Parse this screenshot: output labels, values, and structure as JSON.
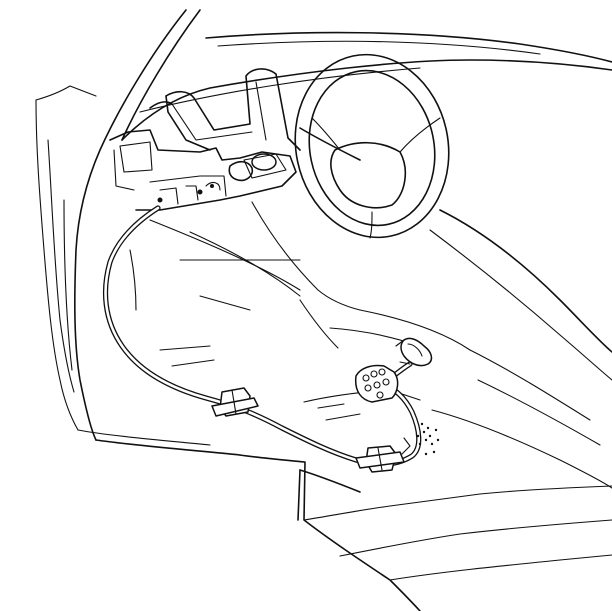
{
  "figure": {
    "kind": "line-drawing",
    "colors": {
      "ink": "#111111",
      "paper": "#ffffff"
    },
    "parts": [
      "door-opening-pillar",
      "dashboard",
      "steering-wheel",
      "steering-column-bracket",
      "under-dash-module",
      "wiring-harness",
      "harness-clip-sill",
      "harness-clip-floor",
      "connector-block",
      "floor-grommet",
      "rocker-sill",
      "floor-pan"
    ]
  }
}
